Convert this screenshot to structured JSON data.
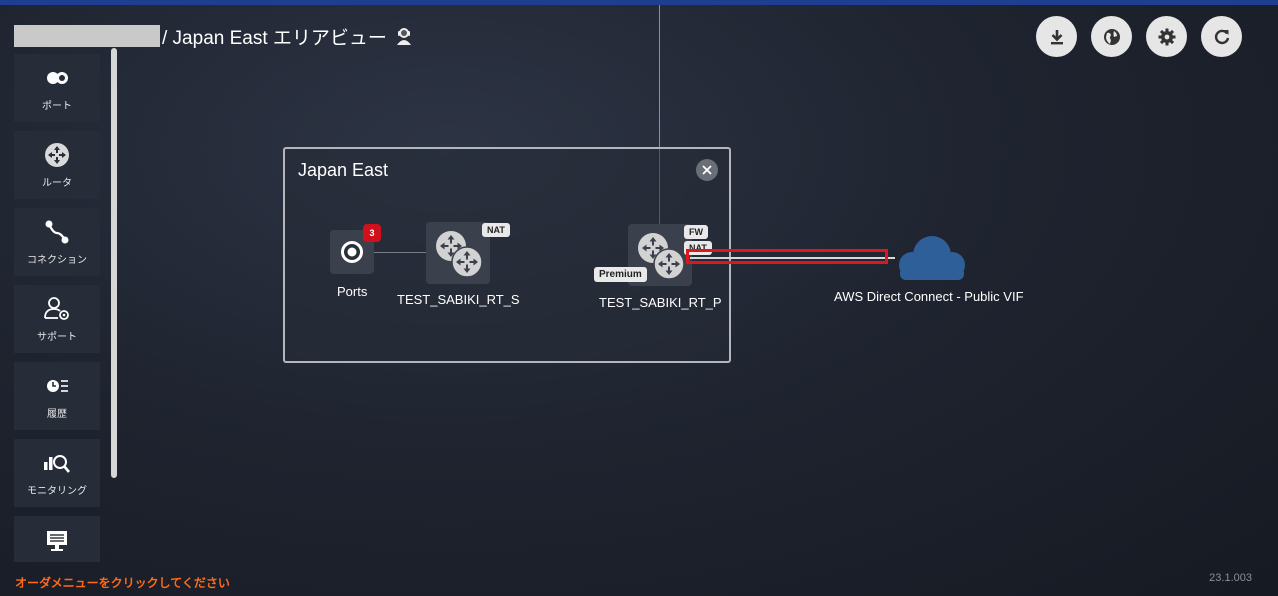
{
  "header": {
    "title": "/ Japan East エリアビュー"
  },
  "toolbar": {
    "buttons": [
      {
        "icon": "download-icon"
      },
      {
        "icon": "globe-icon"
      },
      {
        "icon": "gear-icon"
      },
      {
        "icon": "refresh-icon"
      }
    ]
  },
  "sidebar": {
    "items": [
      {
        "label": "ポート",
        "icon": "port-icon"
      },
      {
        "label": "ルータ",
        "icon": "router-icon"
      },
      {
        "label": "コネクション",
        "icon": "connection-icon"
      },
      {
        "label": "サポート",
        "icon": "support-icon"
      },
      {
        "label": "履歴",
        "icon": "history-icon"
      },
      {
        "label": "モニタリング",
        "icon": "monitoring-icon"
      },
      {
        "label": "",
        "icon": "monitor-icon"
      }
    ]
  },
  "panel": {
    "title": "Japan East",
    "ports": {
      "label": "Ports",
      "badge": "3"
    },
    "router_s": {
      "label": "TEST_SABIKI_RT_S",
      "tags": [
        "NAT"
      ]
    },
    "router_p": {
      "label": "TEST_SABIKI_RT_P",
      "tags": [
        "FW",
        "NAT"
      ],
      "plan": "Premium"
    }
  },
  "cloud": {
    "label": "AWS Direct Connect - Public VIF",
    "color": "#2f5f98"
  },
  "footer": {
    "hint": "オーダメニューをクリックしてください",
    "version": "23.1.003"
  },
  "colors": {
    "accent_bar": "#1e3f8f",
    "hint": "#ff6a1a",
    "highlight": "#e0161f",
    "badge": "#d0111b"
  }
}
